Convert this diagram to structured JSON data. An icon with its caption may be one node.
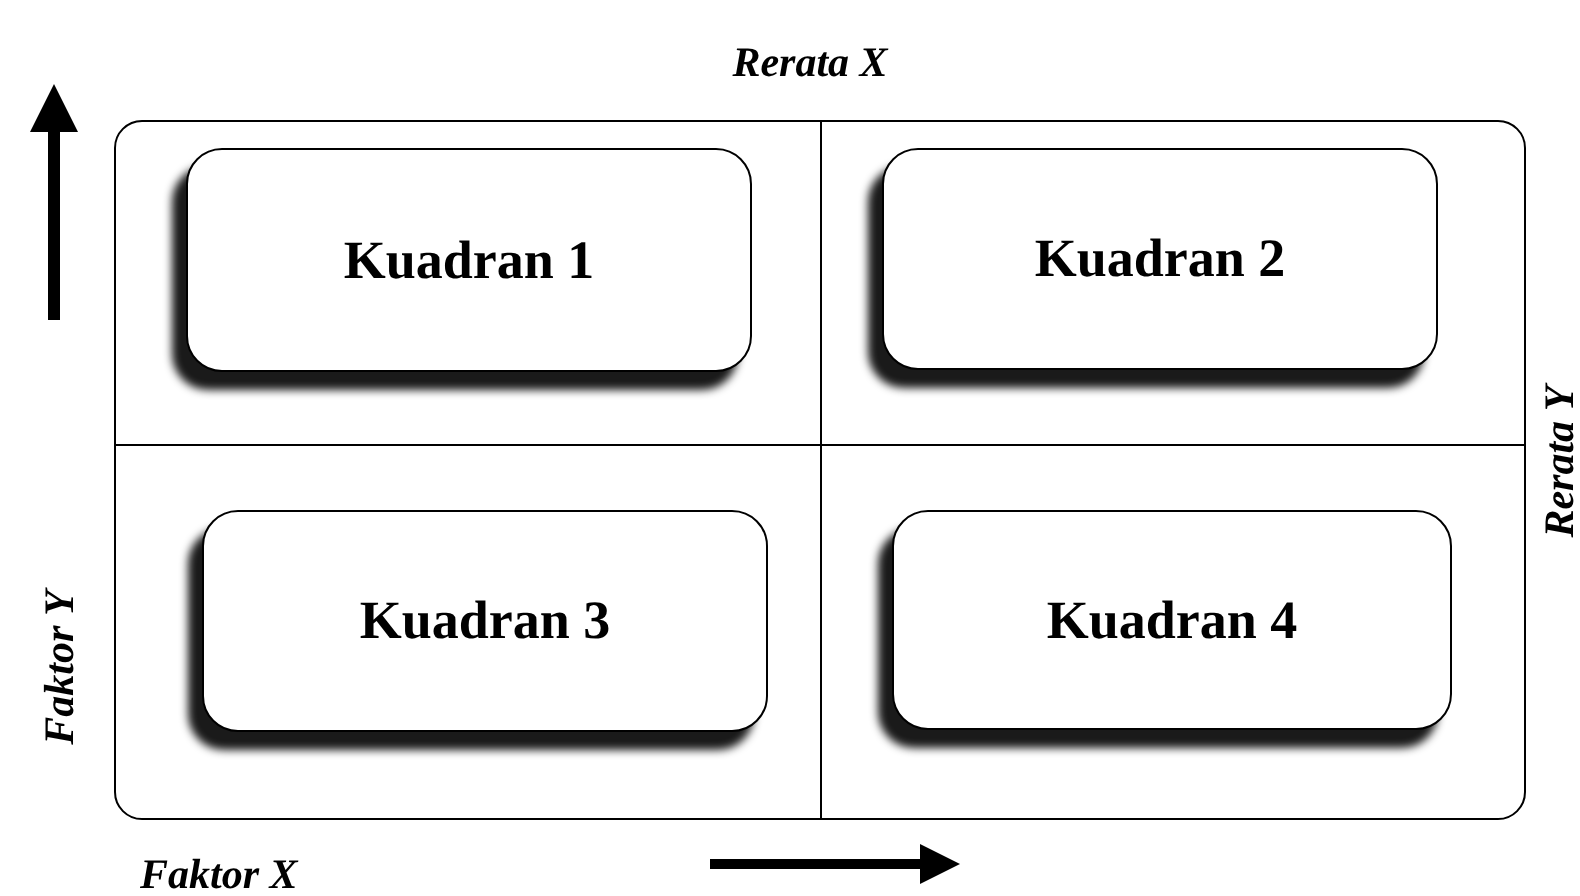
{
  "diagram": {
    "nodes": [
      {
        "text": [],
        "shape": "box"
      },
      {
        "text": [
          "Kuadran 1"
        ],
        "in": 0
      },
      {
        "text": [
          "Kuadran 2"
        ],
        "in": 0
      },
      {
        "text": [
          "Kuadran 3"
        ],
        "in": 0
      },
      {
        "text": [
          "Kuadran 4"
        ],
        "in": 0
      }
    ],
    "labels": [
      "Rerata X",
      "Rerata Y",
      "Faktor Y",
      "Faktor X"
    ]
  }
}
